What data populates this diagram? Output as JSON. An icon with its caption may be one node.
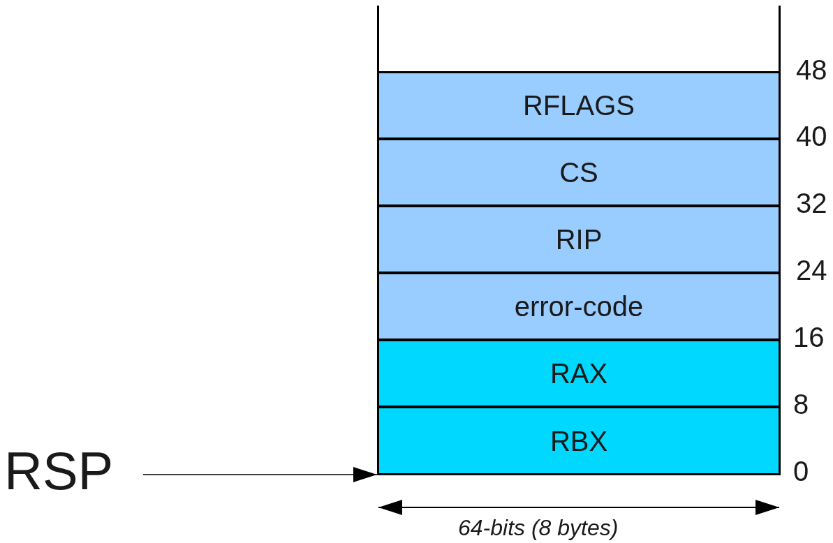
{
  "diagram": {
    "nodes": [
      {
        "text": [
          "RFLAGS"
        ]
      },
      {
        "text": [
          "CS"
        ]
      },
      {
        "text": [
          "RIP"
        ]
      },
      {
        "text": [
          "error-code"
        ]
      },
      {
        "text": [
          "RAX"
        ]
      },
      {
        "text": [
          "RBX"
        ]
      },
      {
        "text": [
          "RSP"
        ]
      }
    ],
    "edges": [
      {
        "from": 6,
        "to": 5,
        "arrow": "to"
      }
    ],
    "labels": [
      "48",
      "40",
      "32",
      "24",
      "16",
      "8",
      "0",
      "64-bits (8 bytes)"
    ]
  }
}
